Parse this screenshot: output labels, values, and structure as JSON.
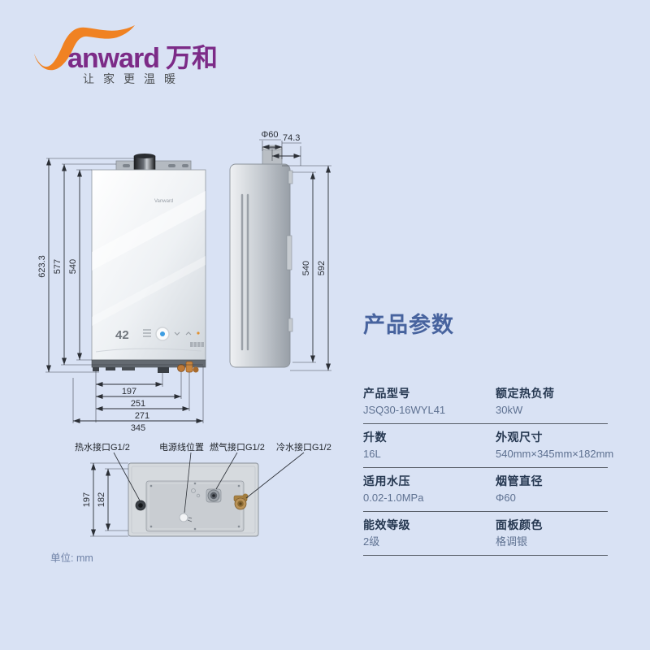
{
  "brand": {
    "latin": "anward",
    "cn": "万和",
    "tagline": "让家更温暖",
    "orange": "#f08222",
    "purple": "#7c2b87"
  },
  "title": "产品参数",
  "specs": {
    "rows": [
      {
        "l1": "产品型号",
        "v1": "JSQ30-16WYL41",
        "l2": "额定热负荷",
        "v2": "30kW"
      },
      {
        "l1": "升数",
        "v1": "16L",
        "l2": "外观尺寸",
        "v2": "540mm×345mm×182mm"
      },
      {
        "l1": "适用水压",
        "v1": "0.02-1.0MPa",
        "l2": "烟管直径",
        "v2": "Φ60"
      },
      {
        "l1": "能效等级",
        "v1": "2级",
        "l2": "面板颜色",
        "v2": "格调银"
      }
    ]
  },
  "drawing": {
    "front": {
      "total_h": "623.3",
      "bracket_h": "577",
      "panel_h": "540",
      "w1": "197",
      "w2": "251",
      "w3": "271",
      "w4": "345",
      "display_temp": "42",
      "panel_logo": "Vanward"
    },
    "side": {
      "flue_d": "Φ60",
      "flue_offset": "74.3",
      "body_h": "540",
      "total_h": "592"
    },
    "bottom_view": {
      "depth": "197",
      "inner_depth": "182"
    },
    "callouts": {
      "hot_water": "热水接口G1/2",
      "power_cord": "电源线位置",
      "gas": "燃气接口G1/2",
      "cold_water": "冷水接口G1/2"
    },
    "unit_note": "单位: mm"
  }
}
